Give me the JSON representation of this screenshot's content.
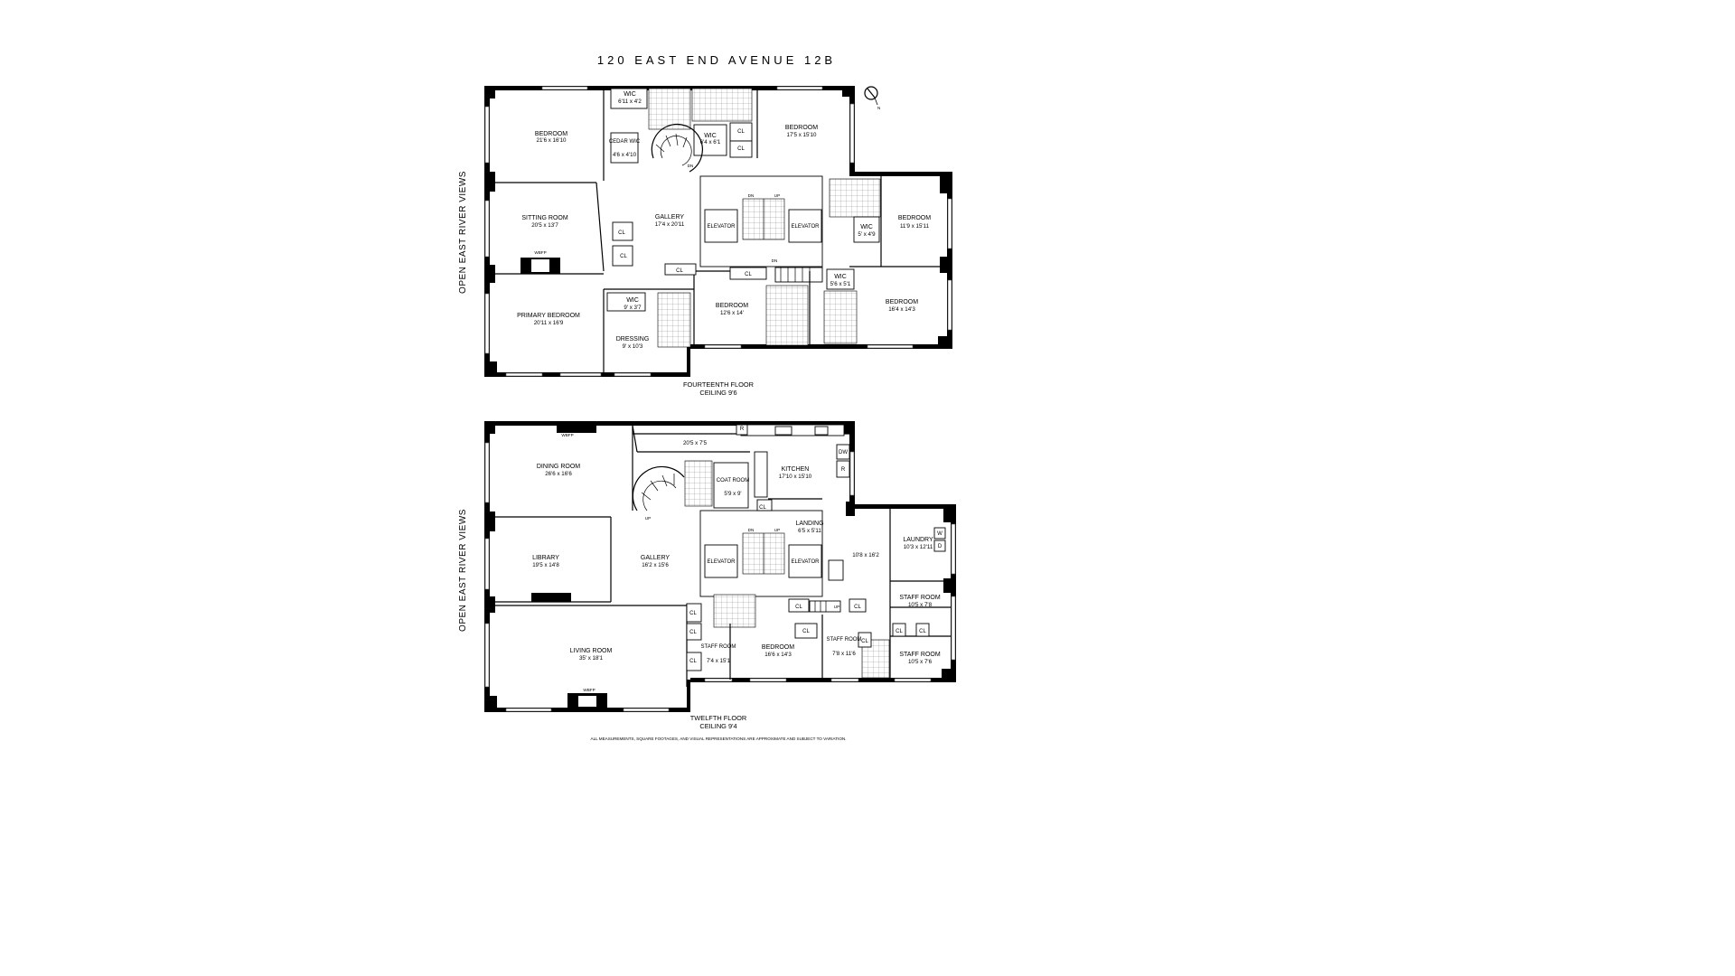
{
  "title": "120 EAST END AVENUE 12B",
  "view_label": "OPEN EAST RIVER VIEWS",
  "disclaimer": "ALL MEASUREMENTS, SQUARE FOOTAGES, AND VISUAL REPRESENTATIONS ARE APPROXIMATE AND SUBJECT TO VARIATION.",
  "floors": {
    "fourteenth": {
      "name": "FOURTEENTH FLOOR",
      "ceiling": "CEILING 9'6",
      "rooms": [
        {
          "name": "BEDROOM",
          "dims": "21'6 x 16'10"
        },
        {
          "name": "WIC",
          "dims": "6'11 x 4'2"
        },
        {
          "name": "CEDAR WIC",
          "dims": "4'6 x 4'10"
        },
        {
          "name": "WIC",
          "dims": "6'4 x 6'1"
        },
        {
          "name": "BEDROOM",
          "dims": "17'5 x 15'10"
        },
        {
          "name": "SITTING ROOM",
          "dims": "20'5 x 13'7"
        },
        {
          "name": "GALLERY",
          "dims": "17'4 x 20'11"
        },
        {
          "name": "BEDROOM",
          "dims": "11'9 x 15'11"
        },
        {
          "name": "WIC",
          "dims": "5' x 4'9"
        },
        {
          "name": "WIC",
          "dims": "5'6 x 5'1"
        },
        {
          "name": "PRIMARY BEDROOM",
          "dims": "20'11 x 16'9"
        },
        {
          "name": "WIC",
          "dims": "9' x 3'7"
        },
        {
          "name": "DRESSING",
          "dims": "9' x 10'3"
        },
        {
          "name": "BEDROOM",
          "dims": "12'6 x 14'"
        },
        {
          "name": "BEDROOM",
          "dims": "16'4 x 14'3"
        }
      ],
      "labels": {
        "elevator": "ELEVATOR",
        "closet": "CL",
        "fireplace": "WBFP",
        "down": "DN",
        "up": "UP"
      }
    },
    "twelfth": {
      "name": "TWELFTH FLOOR",
      "ceiling": "CEILING 9'4",
      "rooms": [
        {
          "name": "DINING ROOM",
          "dims": "26'6 x 16'6"
        },
        {
          "name": "",
          "dims": "20'5 x 7'5"
        },
        {
          "name": "KITCHEN",
          "dims": "17'10 x 15'10"
        },
        {
          "name": "COAT ROOM",
          "dims": "5'9 x 9'"
        },
        {
          "name": "LANDING",
          "dims": "6'5 x 5'11"
        },
        {
          "name": "",
          "dims": "10'8 x 16'2"
        },
        {
          "name": "LAUNDRY",
          "dims": "10'3 x 12'11"
        },
        {
          "name": "LIBRARY",
          "dims": "19'5 x 14'8"
        },
        {
          "name": "GALLERY",
          "dims": "16'2 x 15'6"
        },
        {
          "name": "STAFF ROOM",
          "dims": "10'5 x 7'8"
        },
        {
          "name": "LIVING ROOM",
          "dims": "35' x 18'1"
        },
        {
          "name": "STAFF ROOM",
          "dims": "7'4 x 15'1"
        },
        {
          "name": "BEDROOM",
          "dims": "16'6 x 14'3"
        },
        {
          "name": "STAFF ROOM",
          "dims": "7'8 x 11'6"
        },
        {
          "name": "STAFF ROOM",
          "dims": "10'5 x 7'6"
        }
      ],
      "labels": {
        "elevator": "ELEVATOR",
        "closet": "CL",
        "fireplace": "WBFP",
        "down": "DN",
        "up": "UP",
        "fridge": "R",
        "dishwasher": "DW",
        "washer": "W",
        "dryer": "D"
      }
    }
  }
}
